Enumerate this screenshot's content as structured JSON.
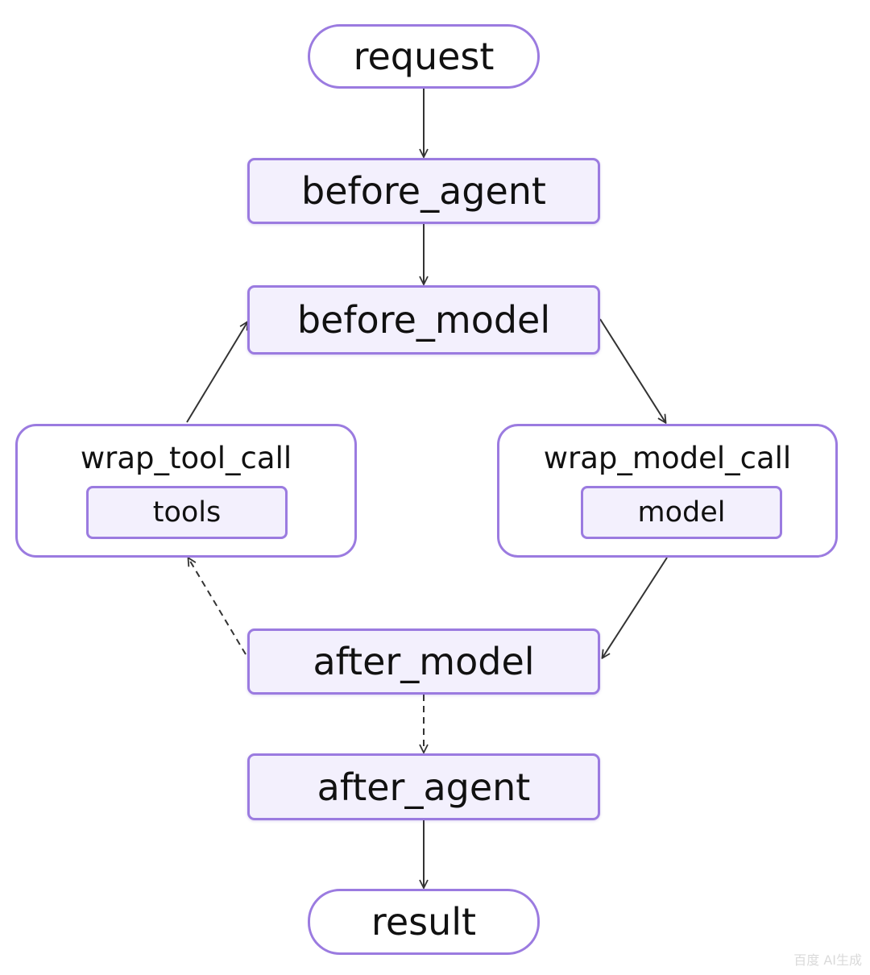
{
  "nodes": {
    "request": "request",
    "before_agent": "before_agent",
    "before_model": "before_model",
    "after_model": "after_model",
    "after_agent": "after_agent",
    "result": "result"
  },
  "groups": {
    "tool": {
      "title": "wrap_tool_call",
      "inner": "tools"
    },
    "model": {
      "title": "wrap_model_call",
      "inner": "model"
    }
  },
  "edges": [
    {
      "from": "request",
      "to": "before_agent",
      "style": "solid"
    },
    {
      "from": "before_agent",
      "to": "before_model",
      "style": "solid"
    },
    {
      "from": "before_model",
      "to": "wrap_model_call",
      "style": "solid"
    },
    {
      "from": "wrap_model_call",
      "to": "after_model",
      "style": "solid"
    },
    {
      "from": "after_model",
      "to": "wrap_tool_call",
      "style": "dashed"
    },
    {
      "from": "wrap_tool_call",
      "to": "before_model",
      "style": "solid"
    },
    {
      "from": "after_model",
      "to": "after_agent",
      "style": "dashed"
    },
    {
      "from": "after_agent",
      "to": "result",
      "style": "solid"
    }
  ],
  "colors": {
    "border": "#9b7be0",
    "fill": "#f3f0fd",
    "arrow": "#333333"
  },
  "watermark": "百度 AI生成"
}
